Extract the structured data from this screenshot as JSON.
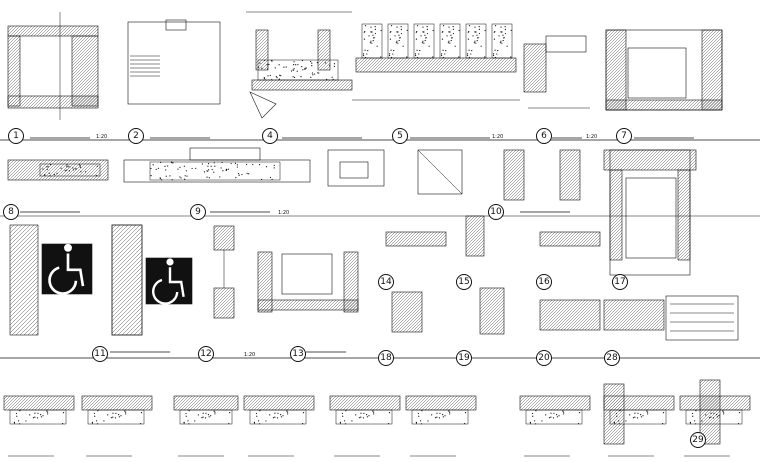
{
  "sheet": {
    "details": [
      {
        "num": "1",
        "title": "",
        "scale": "1:20"
      },
      {
        "num": "2",
        "title": "",
        "scale": ""
      },
      {
        "num": "4",
        "title": "",
        "scale": ""
      },
      {
        "num": "5",
        "title": "",
        "scale": "1:20"
      },
      {
        "num": "6",
        "title": "",
        "scale": "1:20"
      },
      {
        "num": "7",
        "title": "",
        "scale": ""
      },
      {
        "num": "8",
        "title": "",
        "scale": ""
      },
      {
        "num": "9",
        "title": "",
        "scale": "1:20"
      },
      {
        "num": "10",
        "title": "",
        "scale": ""
      },
      {
        "num": "11",
        "title": "",
        "scale": ""
      },
      {
        "num": "12",
        "title": "",
        "scale": "1:20"
      },
      {
        "num": "13",
        "title": "",
        "scale": ""
      },
      {
        "num": "14",
        "title": "",
        "scale": ""
      },
      {
        "num": "15",
        "title": "",
        "scale": ""
      },
      {
        "num": "16",
        "title": "",
        "scale": ""
      },
      {
        "num": "17",
        "title": "",
        "scale": ""
      },
      {
        "num": "18",
        "title": "",
        "scale": ""
      },
      {
        "num": "19",
        "title": "",
        "scale": ""
      },
      {
        "num": "20",
        "title": "",
        "scale": ""
      },
      {
        "num": "28",
        "title": "",
        "scale": ""
      },
      {
        "num": "29",
        "title": "",
        "scale": ""
      }
    ],
    "legend_colors": {
      "line": "#111111",
      "paper": "#ffffff",
      "hatch": "#333333"
    }
  }
}
